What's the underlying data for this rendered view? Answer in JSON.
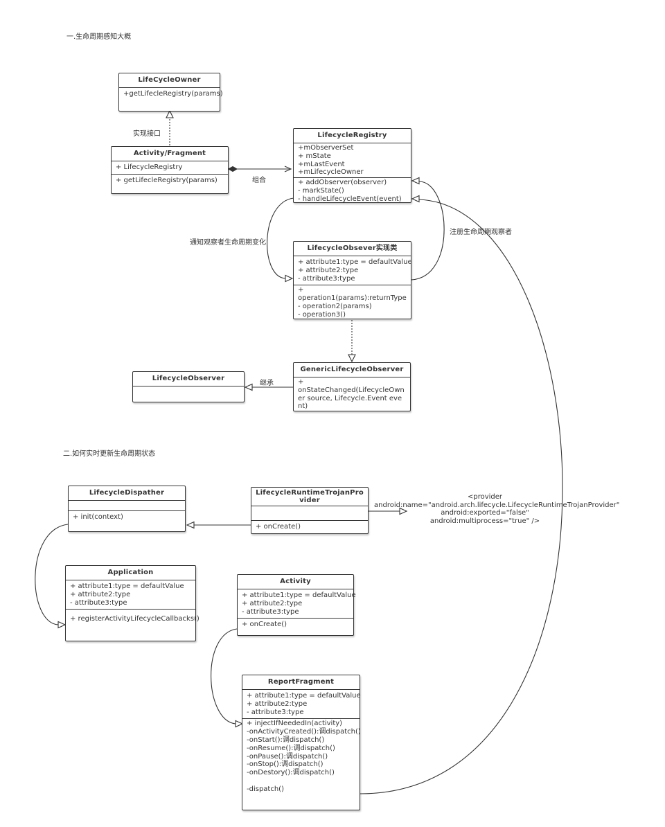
{
  "section1_title": "一.生命周期感知大概",
  "section2_title": "二.如何实时更新生命周期状态",
  "labels": {
    "implements": "实现接口",
    "composition": "组合",
    "notify": "通知观察者生命周期变化",
    "register": "注册生命周期观察者",
    "inherit": "继承"
  },
  "classes": {
    "lifecycle_owner": {
      "name": "LifeCycleOwner",
      "methods": [
        "+getLifecleRegistry(params)"
      ]
    },
    "activity_fragment": {
      "name": "Activity/Fragment",
      "attrs": [
        "+ LifecycleRegistry"
      ],
      "methods": [
        "+ getLifecleRegistry(params)"
      ]
    },
    "lifecycle_registry": {
      "name": "LifecycleRegistry",
      "attrs": [
        "+mObserverSet",
        "+ mState",
        "+mLastEvent",
        "+mLifecycleOwner"
      ],
      "methods": [
        "+ addObserver(observer)",
        "- markState()",
        "- handleLifecycleEvent(event)"
      ]
    },
    "observer_impl": {
      "name": "LifecycleObsever实现类",
      "attrs": [
        "+ attribute1:type = defaultValue",
        "+ attribute2:type",
        "- attribute3:type"
      ],
      "methods": [
        "+",
        "operation1(params):returnType",
        "- operation2(params)",
        "- operation3()"
      ]
    },
    "lifecycle_observer": {
      "name": "LifecycleObserver"
    },
    "generic_observer": {
      "name": "GenericLifecycleObserver",
      "methods": [
        "+",
        "onStateChanged(LifecycleOwner source, Lifecycle.Event event)"
      ]
    },
    "dispatcher": {
      "name": "LifecycleDispather",
      "methods": [
        "+ init(context)"
      ]
    },
    "trojan_provider": {
      "name": "LifecycleRuntimeTrojanProvider",
      "methods": [
        "+ onCreate()"
      ]
    },
    "application": {
      "name": "Application",
      "attrs": [
        "+ attribute1:type = defaultValue",
        "+ attribute2:type",
        "- attribute3:type"
      ],
      "methods": [
        "+ registerActivityLifecycleCallbacks()"
      ]
    },
    "activity": {
      "name": "Activity",
      "attrs": [
        "+ attribute1:type = defaultValue",
        "+ attribute2:type",
        "- attribute3:type"
      ],
      "methods": [
        "+ onCreate()"
      ]
    },
    "report_fragment": {
      "name": "ReportFragment",
      "attrs": [
        "+ attribute1:type = defaultValue",
        "+ attribute2:type",
        "- attribute3:type"
      ],
      "methods": [
        "+ injectIfNeededIn(activity)",
        "-onActivityCreated():调dispatch()",
        "-onStart():调dispatch()",
        "-onResume():调dispatch()",
        "-onPause():调dispatch()",
        "-onStop():调dispatch()",
        "-onDestory():调dispatch()",
        "",
        "-dispatch()"
      ]
    }
  },
  "provider_xml": [
    "<provider",
    "android:name=\"android.arch.lifecycle.LifecycleRuntimeTrojanProvider\"",
    "android:exported=\"false\"",
    "android:multiprocess=\"true\" />"
  ],
  "colors": {
    "line": "#333333",
    "text": "#333333",
    "background": "#ffffff"
  }
}
